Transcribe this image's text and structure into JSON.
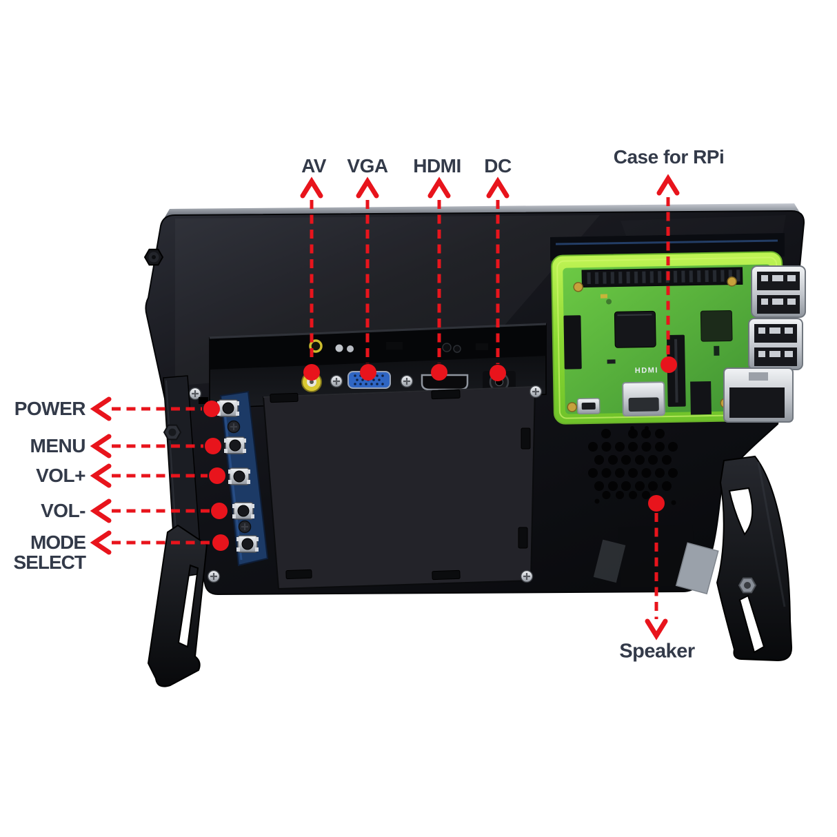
{
  "figure": {
    "description": "Back view of a black acrylic LCD monitor on stands with a Raspberry Pi in a green case, with red dashed callout annotations",
    "colors": {
      "annotation_red": "#e8141c",
      "label_text": "#333a49",
      "device_black": "#14151a",
      "rpi_case_green": "#8ad832",
      "pcb_blue": "#1c3a66"
    }
  },
  "annotations": {
    "ports_top": [
      {
        "id": "av",
        "label": "AV"
      },
      {
        "id": "vga",
        "label": "VGA"
      },
      {
        "id": "hdmi",
        "label": "HDMI"
      },
      {
        "id": "dc",
        "label": "DC"
      }
    ],
    "case": {
      "label": "Case for RPi"
    },
    "buttons_left": [
      {
        "id": "power",
        "label": "POWER"
      },
      {
        "id": "menu",
        "label": "MENU"
      },
      {
        "id": "vol_up",
        "label": "VOL+"
      },
      {
        "id": "vol_down",
        "label": "VOL-"
      },
      {
        "id": "mode_select",
        "label": "MODE SELECT"
      }
    ],
    "speaker": {
      "label": "Speaker"
    }
  },
  "device": {
    "rpi_board_print_hdmi": "HDMI"
  }
}
